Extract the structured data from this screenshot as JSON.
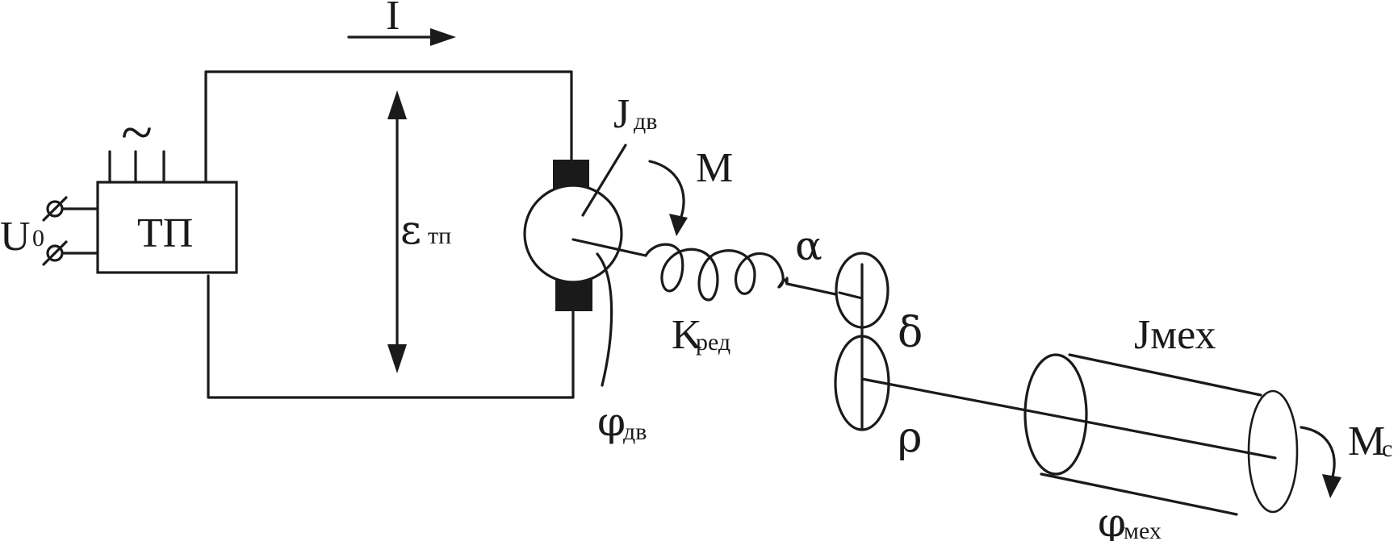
{
  "labels": {
    "current": "I",
    "ac_symbol": "~",
    "converter": "ТП",
    "input_voltage": {
      "main": "U",
      "sub": "0"
    },
    "emf": {
      "main": "ε",
      "sub": "тп"
    },
    "motor_inertia": {
      "main": "J",
      "sub": "дв"
    },
    "motor_torque": "M",
    "angle_alpha": "α",
    "gear_ratio": {
      "main": "K",
      "sub": "ред"
    },
    "motor_angle": {
      "main": "φ",
      "sub": "дв"
    },
    "backlash": "δ",
    "radius": "ρ",
    "mech_inertia": "Jмех",
    "load_torque": {
      "main": "M",
      "sub": "с"
    },
    "mech_angle": {
      "main": "φ",
      "sub": "мех"
    }
  }
}
